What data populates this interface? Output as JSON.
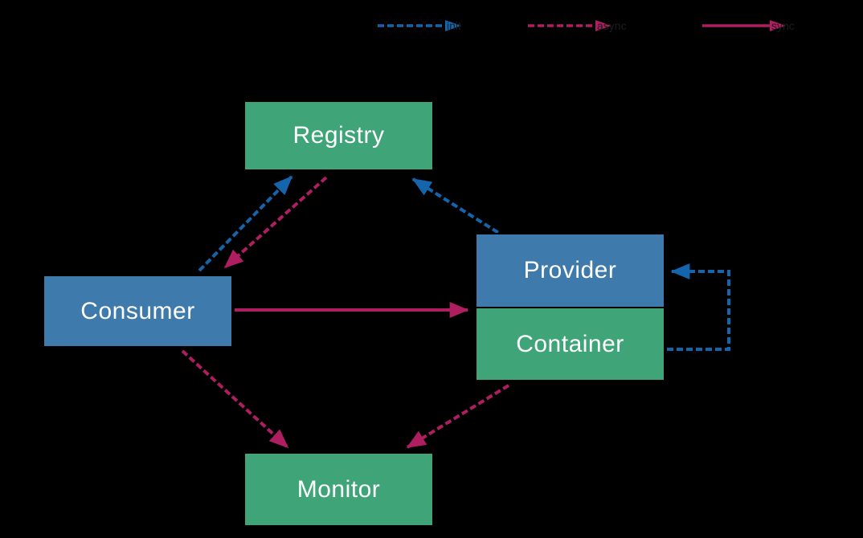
{
  "canvas": {
    "background": "#000000"
  },
  "nodes": {
    "registry": {
      "label": "Registry",
      "color": "#3fa578",
      "text_color": "#ffffff"
    },
    "consumer": {
      "label": "Consumer",
      "color": "#3e7aab",
      "text_color": "#ffffff"
    },
    "provider": {
      "label": "Provider",
      "color": "#3e7aab",
      "text_color": "#ffffff"
    },
    "container": {
      "label": "Container",
      "color": "#3fa578",
      "text_color": "#ffffff"
    },
    "monitor": {
      "label": "Monitor",
      "color": "#3fa578",
      "text_color": "#ffffff"
    }
  },
  "colors": {
    "blue_arrow": "#1565ad",
    "magenta_arrow": "#ae1e60",
    "legend_text": "#1c1c1c"
  },
  "legend": {
    "items": [
      {
        "label": "init",
        "style": "dashed",
        "color_key": "blue_arrow"
      },
      {
        "label": "async",
        "style": "dashed",
        "color_key": "magenta_arrow"
      },
      {
        "label": "sync",
        "style": "solid",
        "color_key": "magenta_arrow"
      }
    ]
  },
  "edges": [
    {
      "id": "consumer-to-registry",
      "from": "consumer",
      "to": "registry",
      "style": "dashed",
      "color_key": "blue_arrow"
    },
    {
      "id": "registry-to-consumer",
      "from": "registry",
      "to": "consumer",
      "style": "dashed",
      "color_key": "magenta_arrow"
    },
    {
      "id": "provider-to-registry",
      "from": "provider",
      "to": "registry",
      "style": "dashed",
      "color_key": "blue_arrow"
    },
    {
      "id": "consumer-to-provider",
      "from": "consumer",
      "to": "provider",
      "style": "solid",
      "color_key": "magenta_arrow"
    },
    {
      "id": "consumer-to-monitor",
      "from": "consumer",
      "to": "monitor",
      "style": "dashed",
      "color_key": "magenta_arrow"
    },
    {
      "id": "container-to-monitor",
      "from": "container",
      "to": "monitor",
      "style": "dashed",
      "color_key": "magenta_arrow"
    },
    {
      "id": "container-to-provider",
      "from": "container",
      "to": "provider",
      "style": "dashed",
      "color_key": "blue_arrow"
    }
  ]
}
